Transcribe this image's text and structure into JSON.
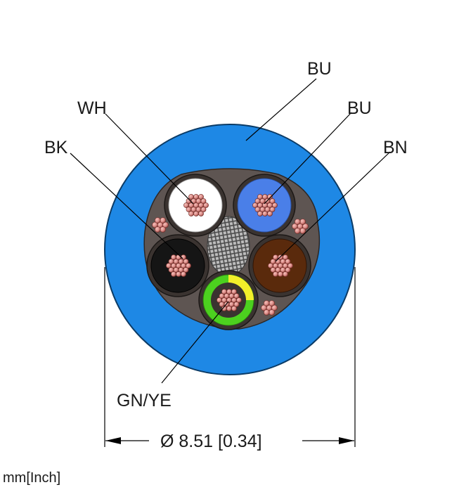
{
  "labels": {
    "bu_outer": "BU",
    "wh": "WH",
    "bu_core": "BU",
    "bk": "BK",
    "bn": "BN",
    "gnye": "GN/YE"
  },
  "dimension": {
    "text": "Ø 8.51 [0.34]"
  },
  "units": "mm[Inch]",
  "colors": {
    "jacket": "#1e88e5",
    "white": "#ffffff",
    "blue": "#4a7fe8",
    "black": "#151515",
    "brown": "#5a2a0c",
    "green": "#4cd11f",
    "yellow": "#f3ef2a",
    "copper": "#d98a86",
    "filler": "#5e5552",
    "shield": "#9b9b9b"
  }
}
